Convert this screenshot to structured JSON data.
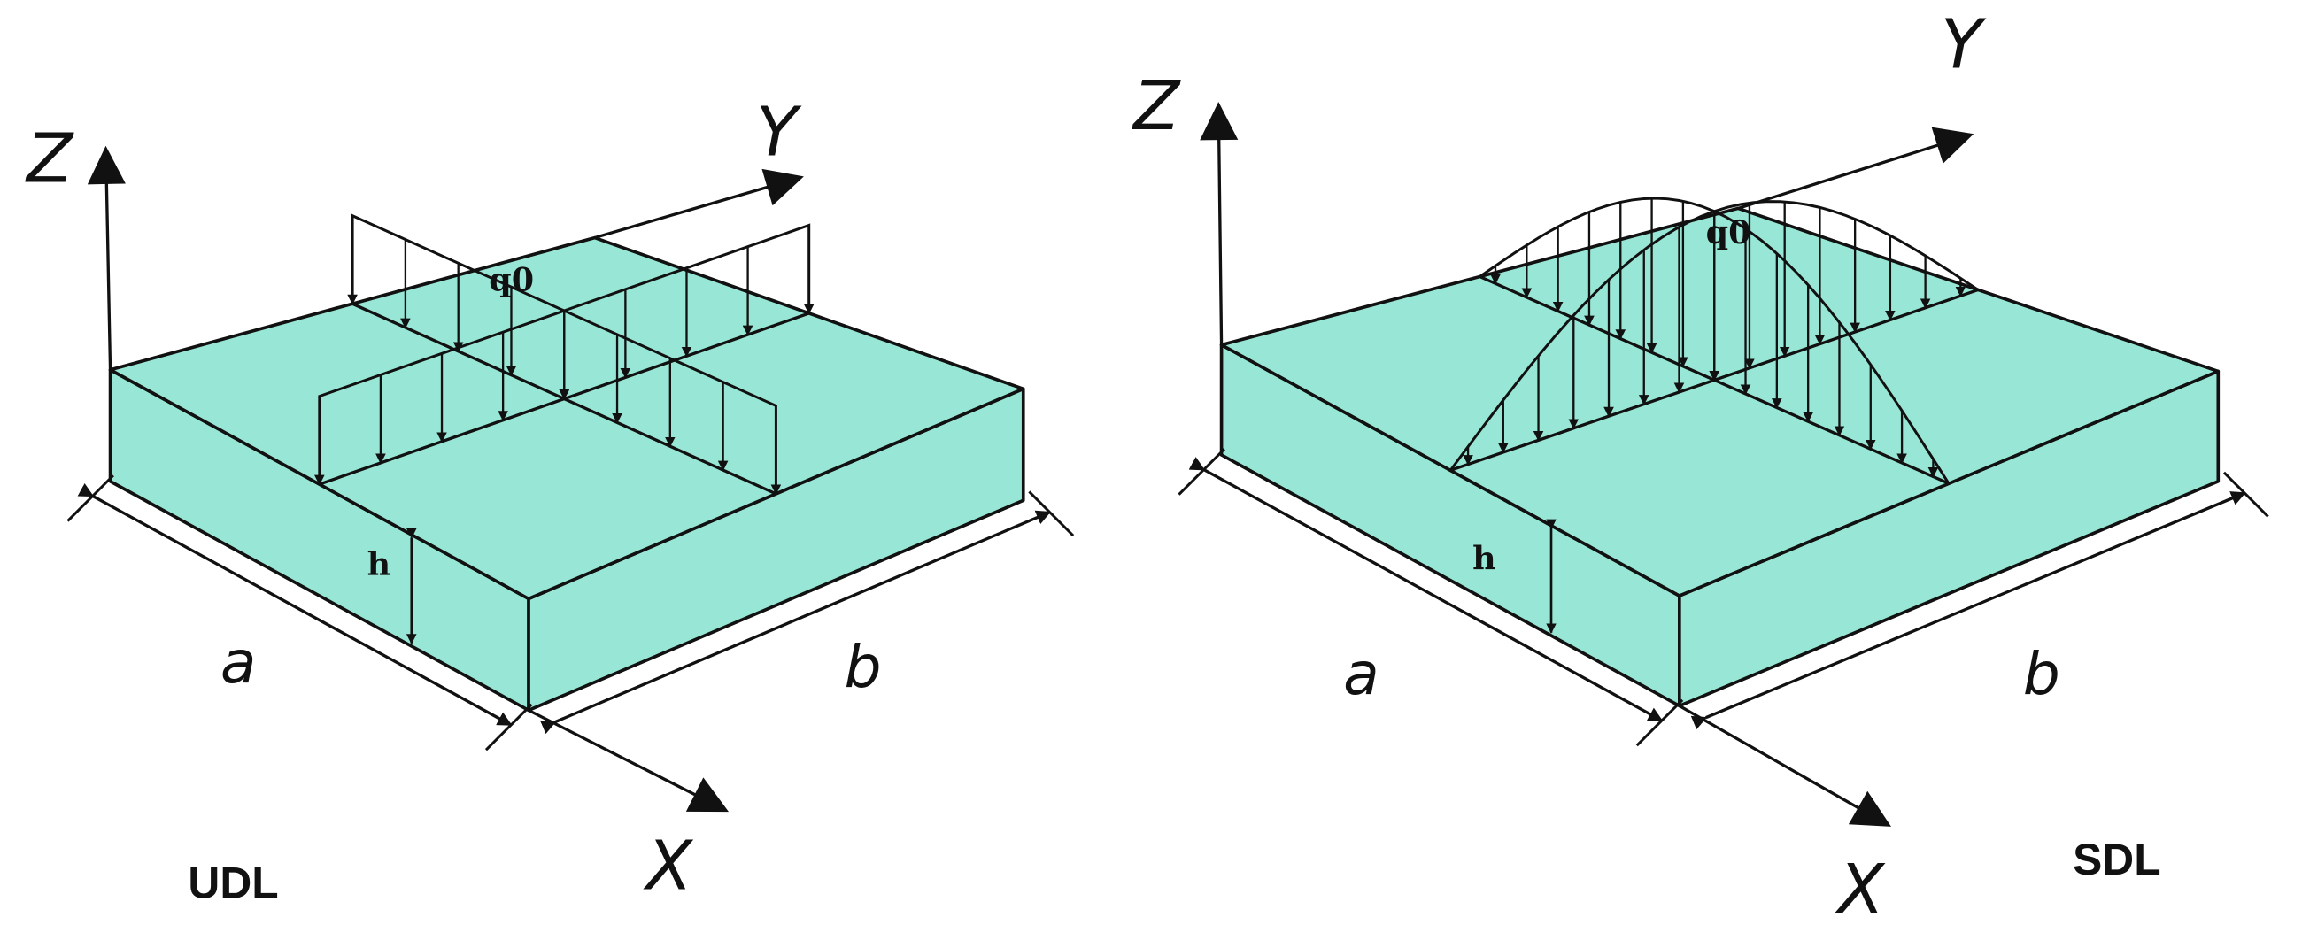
{
  "colors": {
    "plate_fill": "#98e7d6",
    "line": "#111111",
    "background": "#ffffff"
  },
  "panels": [
    {
      "id": "udl",
      "case_label": "UDL",
      "load_type": "uniform",
      "axis_x": "X",
      "axis_y": "Y",
      "axis_z": "Z",
      "dim_a": "a",
      "dim_b": "b",
      "thickness": "h",
      "load": "q0"
    },
    {
      "id": "sdl",
      "case_label": "SDL",
      "load_type": "sinusoidal",
      "axis_x": "X",
      "axis_y": "Y",
      "axis_z": "Z",
      "dim_a": "a",
      "dim_b": "b",
      "thickness": "h",
      "load": "q0"
    }
  ]
}
